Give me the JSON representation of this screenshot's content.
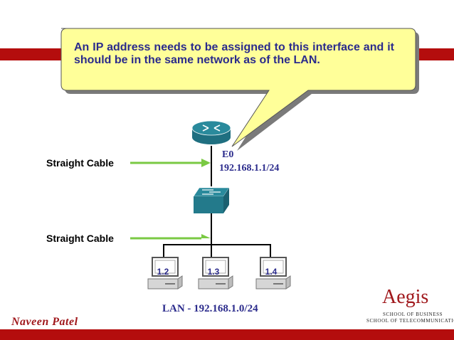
{
  "colors": {
    "band": "#b40d0d",
    "callout_fill": "#ffff99",
    "callout_text": "#2b2b8c",
    "arrow": "#7ac943",
    "router": "#2a8a9c",
    "switch": "#2a8a9c",
    "label_blue": "#2b2b8c",
    "author": "#a0181c",
    "logo": "#a0181c"
  },
  "callout": {
    "text": "An IP address needs to be assigned to this interface and it should be in the same network as of the LAN."
  },
  "router": {
    "icon": "router-icon"
  },
  "switch": {
    "icon": "switch-icon"
  },
  "interface": {
    "name": "E0",
    "ip": "192.168.1.1/24"
  },
  "cables": [
    {
      "label": "Straight Cable"
    },
    {
      "label": "Straight Cable"
    }
  ],
  "hosts": [
    {
      "label": "1.2",
      "icon": "pc-icon"
    },
    {
      "label": "1.3",
      "icon": "pc-icon"
    },
    {
      "label": "1.4",
      "icon": "pc-icon"
    }
  ],
  "lan": {
    "label": "LAN - 192.168.1.0/24"
  },
  "footer": {
    "author": "Naveen Patel",
    "logo_name": "Aegis",
    "logo_line1": "SCHOOL OF BUSINESS",
    "logo_line2": "SCHOOL OF TELECOMMUNICATION"
  }
}
